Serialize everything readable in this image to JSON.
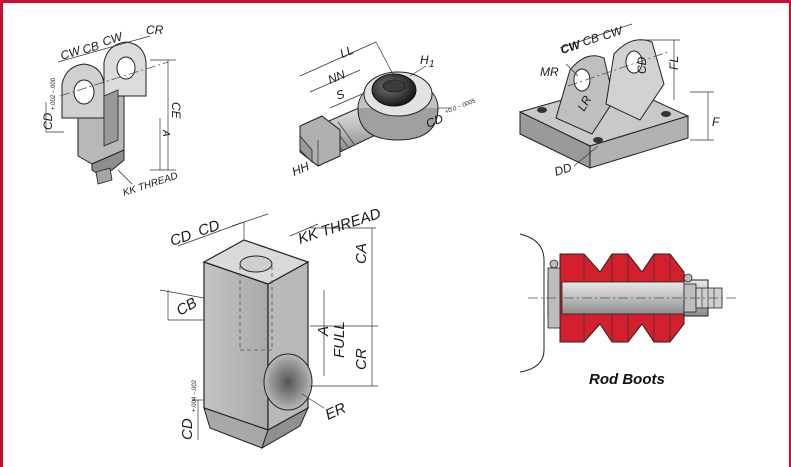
{
  "clevis": {
    "labels": {
      "cw1": "CW",
      "cb": "CB",
      "cw2": "CW",
      "cr": "CR",
      "ce": "CE",
      "a": "A",
      "cd": "CD",
      "cd_tol": "+.002 −.000",
      "kk_thread": "KK THREAD"
    }
  },
  "rod_eye": {
    "labels": {
      "ll": "LL",
      "nn": "NN",
      "s": "S",
      "h1": "H",
      "h1_sub": "1",
      "hh": "HH",
      "cd": "CD",
      "cd_tol": "+0.0 −.0005"
    }
  },
  "pivot_bracket": {
    "labels": {
      "cw1": "CW",
      "cb": "CB",
      "cw2": "CW",
      "mr": "MR",
      "cd": "CD",
      "fl": "FL",
      "lr": "LR",
      "f": "F",
      "dd": "DD"
    }
  },
  "rod_clevis": {
    "labels": {
      "cd1": "CD",
      "cd2": "CD",
      "kk_thread": "KK THREAD",
      "ca": "CA",
      "cb": "CB",
      "a": "A",
      "full": "FULL",
      "cr": "CR",
      "er": "ER",
      "cd_bottom": "CD",
      "cd_tol": "+.004 −.002"
    }
  },
  "rod_boots": {
    "caption": "Rod Boots",
    "colors": {
      "boot": "#d4202c",
      "steel": "#c9c9c9",
      "outline": "#222222"
    }
  },
  "colors": {
    "frame": "#c8102e",
    "metal_light": "#d5d5d5",
    "metal_mid": "#b5b5b5",
    "metal_dark": "#8c8c8c"
  }
}
